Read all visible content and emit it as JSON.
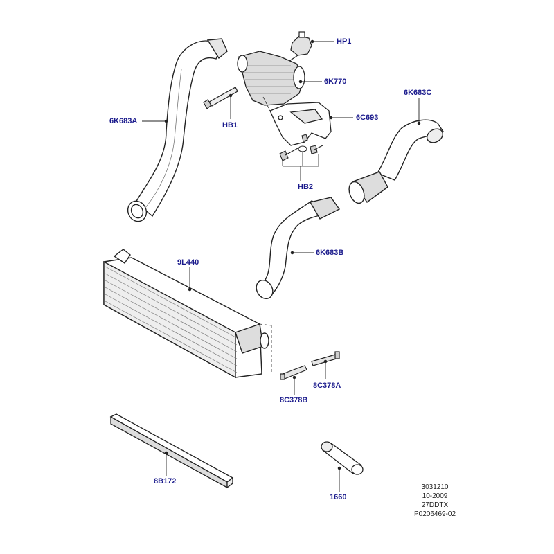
{
  "labels": {
    "hp1": "HP1",
    "k770": "6K770",
    "k683c": "6K683C",
    "k683a": "6K683A",
    "hb1": "HB1",
    "c693": "6C693",
    "hb2": "HB2",
    "k683b": "6K683B",
    "l440": "9L440",
    "c378a": "8C378A",
    "c378b": "8C378B",
    "b172": "8B172",
    "p1660": "1660"
  },
  "reference": {
    "line1": "3031210",
    "line2": "10-2009",
    "line3": "27DDTX",
    "line4": "P0206469-02"
  },
  "colors": {
    "label": "#1a1a8c",
    "line": "#222222",
    "part_fill": "#ffffff",
    "shade": "#cfcfcf"
  }
}
